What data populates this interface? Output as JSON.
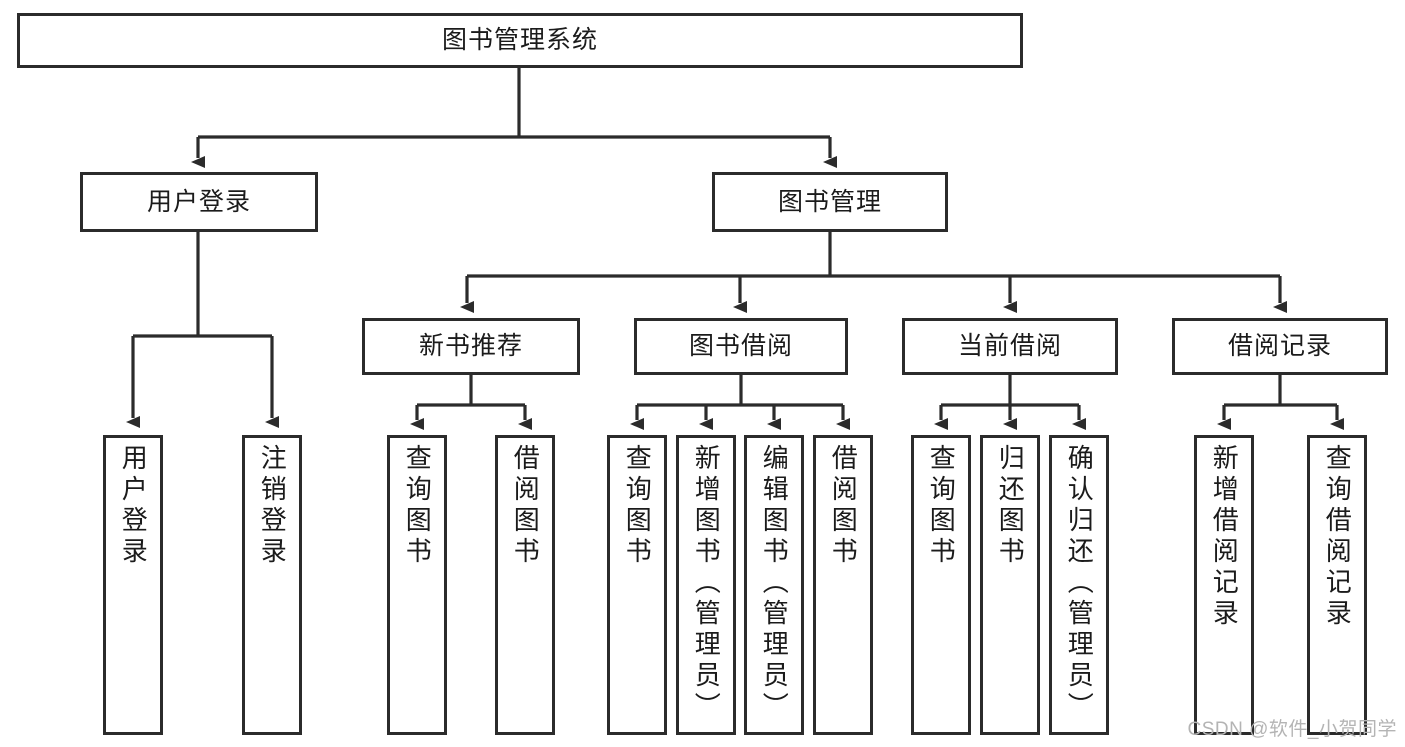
{
  "diagram": {
    "title_node": {
      "label": "图书管理系统"
    },
    "level1": [
      {
        "id": "user-login",
        "label": "用户登录"
      },
      {
        "id": "book-management",
        "label": "图书管理"
      }
    ],
    "level2": [
      {
        "id": "new-book-recommend",
        "label": "新书推荐"
      },
      {
        "id": "book-borrow",
        "label": "图书借阅"
      },
      {
        "id": "current-borrow",
        "label": "当前借阅"
      },
      {
        "id": "borrow-record",
        "label": "借阅记录"
      }
    ],
    "leaves": {
      "user_login": [
        {
          "id": "leaf-user-login",
          "label": "用户登录"
        },
        {
          "id": "leaf-logout-login",
          "label": "注销登录"
        }
      ],
      "new_book_recommend": [
        {
          "id": "leaf-query-book-1",
          "label": "查询图书"
        },
        {
          "id": "leaf-borrow-book-1",
          "label": "借阅图书"
        }
      ],
      "book_borrow": [
        {
          "id": "leaf-query-book-2",
          "label": "查询图书"
        },
        {
          "id": "leaf-add-book",
          "label": "新增图书（管理员）"
        },
        {
          "id": "leaf-edit-book",
          "label": "编辑图书（管理员）"
        },
        {
          "id": "leaf-borrow-book-2",
          "label": "借阅图书"
        }
      ],
      "current_borrow": [
        {
          "id": "leaf-query-book-3",
          "label": "查询图书"
        },
        {
          "id": "leaf-return-book",
          "label": "归还图书"
        },
        {
          "id": "leaf-confirm-return",
          "label": "确认归还（管理员）"
        }
      ],
      "borrow_record": [
        {
          "id": "leaf-add-record",
          "label": "新增借阅记录"
        },
        {
          "id": "leaf-query-record",
          "label": "查询借阅记录"
        }
      ]
    },
    "watermark": {
      "text": "CSDN @软件_小贺同学"
    },
    "colors": {
      "stroke": "#2b2b2b",
      "fill": "#ffffff",
      "text": "#1b1b1b",
      "watermark": "#b4b4b4"
    }
  }
}
